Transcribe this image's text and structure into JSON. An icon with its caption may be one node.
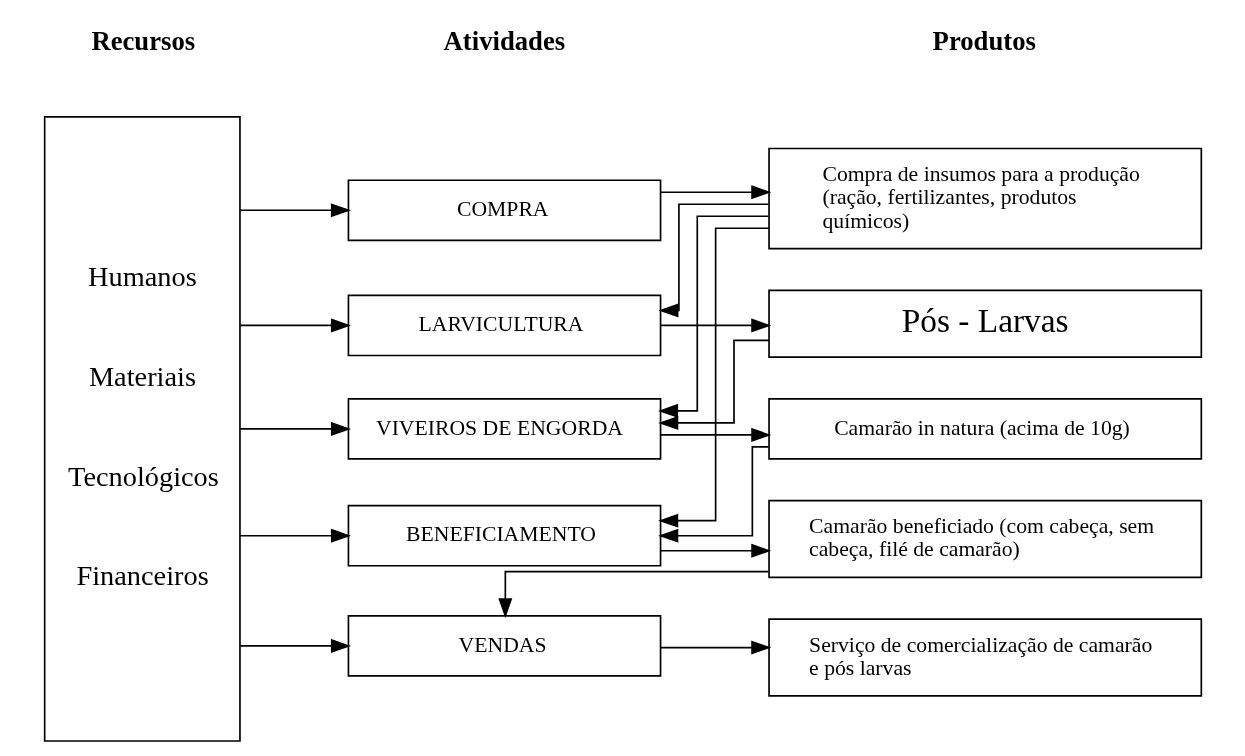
{
  "diagram": {
    "nodes": [
      {
        "text": [
          "Humanos",
          "Materiais",
          "Tecnológicos",
          "Financeiros"
        ]
      },
      {
        "text": [
          "COMPRA"
        ]
      },
      {
        "text": [
          "Compra de insumos para a produção (ração, fertilizantes, produtos químicos)"
        ]
      },
      {
        "text": [
          "LARVICULTURA"
        ]
      },
      {
        "text": [
          "Pós - Larvas"
        ]
      },
      {
        "text": [
          "VIVEIROS DE ENGORDA"
        ]
      },
      {
        "text": [
          "Camarão in natura (acima de 10g)"
        ]
      },
      {
        "text": [
          "BENEFICIAMENTO"
        ]
      },
      {
        "text": [
          "Camarão beneficiado (com cabeça, sem cabeça, filé de camarão)"
        ]
      },
      {
        "text": [
          "VENDAS"
        ]
      },
      {
        "text": [
          "Serviço de comercialização de camarão e pós larvas"
        ]
      }
    ],
    "edges": [
      {
        "from": 0,
        "to": 1,
        "arrow": "to"
      },
      {
        "from": 0,
        "to": 3,
        "arrow": "to"
      },
      {
        "from": 0,
        "to": 5,
        "arrow": "to"
      },
      {
        "from": 0,
        "to": 7,
        "arrow": "to"
      },
      {
        "from": 0,
        "to": 9,
        "arrow": "to"
      },
      {
        "from": 1,
        "to": 2,
        "arrow": "to"
      },
      {
        "from": 3,
        "to": 4,
        "arrow": "to"
      },
      {
        "from": 5,
        "to": 6,
        "arrow": "to"
      },
      {
        "from": 7,
        "to": 8,
        "arrow": "to"
      },
      {
        "from": 9,
        "to": 10,
        "arrow": "to"
      },
      {
        "from": 2,
        "to": 3,
        "arrow": "to"
      },
      {
        "from": 2,
        "to": 5,
        "arrow": "to"
      },
      {
        "from": 2,
        "to": 7,
        "arrow": "to"
      },
      {
        "from": 4,
        "to": 5,
        "arrow": "to"
      },
      {
        "from": 6,
        "to": 7,
        "arrow": "to"
      },
      {
        "from": 8,
        "to": 9,
        "arrow": "to"
      }
    ],
    "labels": [
      "Recursos",
      "Atividades",
      "Produtos"
    ]
  }
}
